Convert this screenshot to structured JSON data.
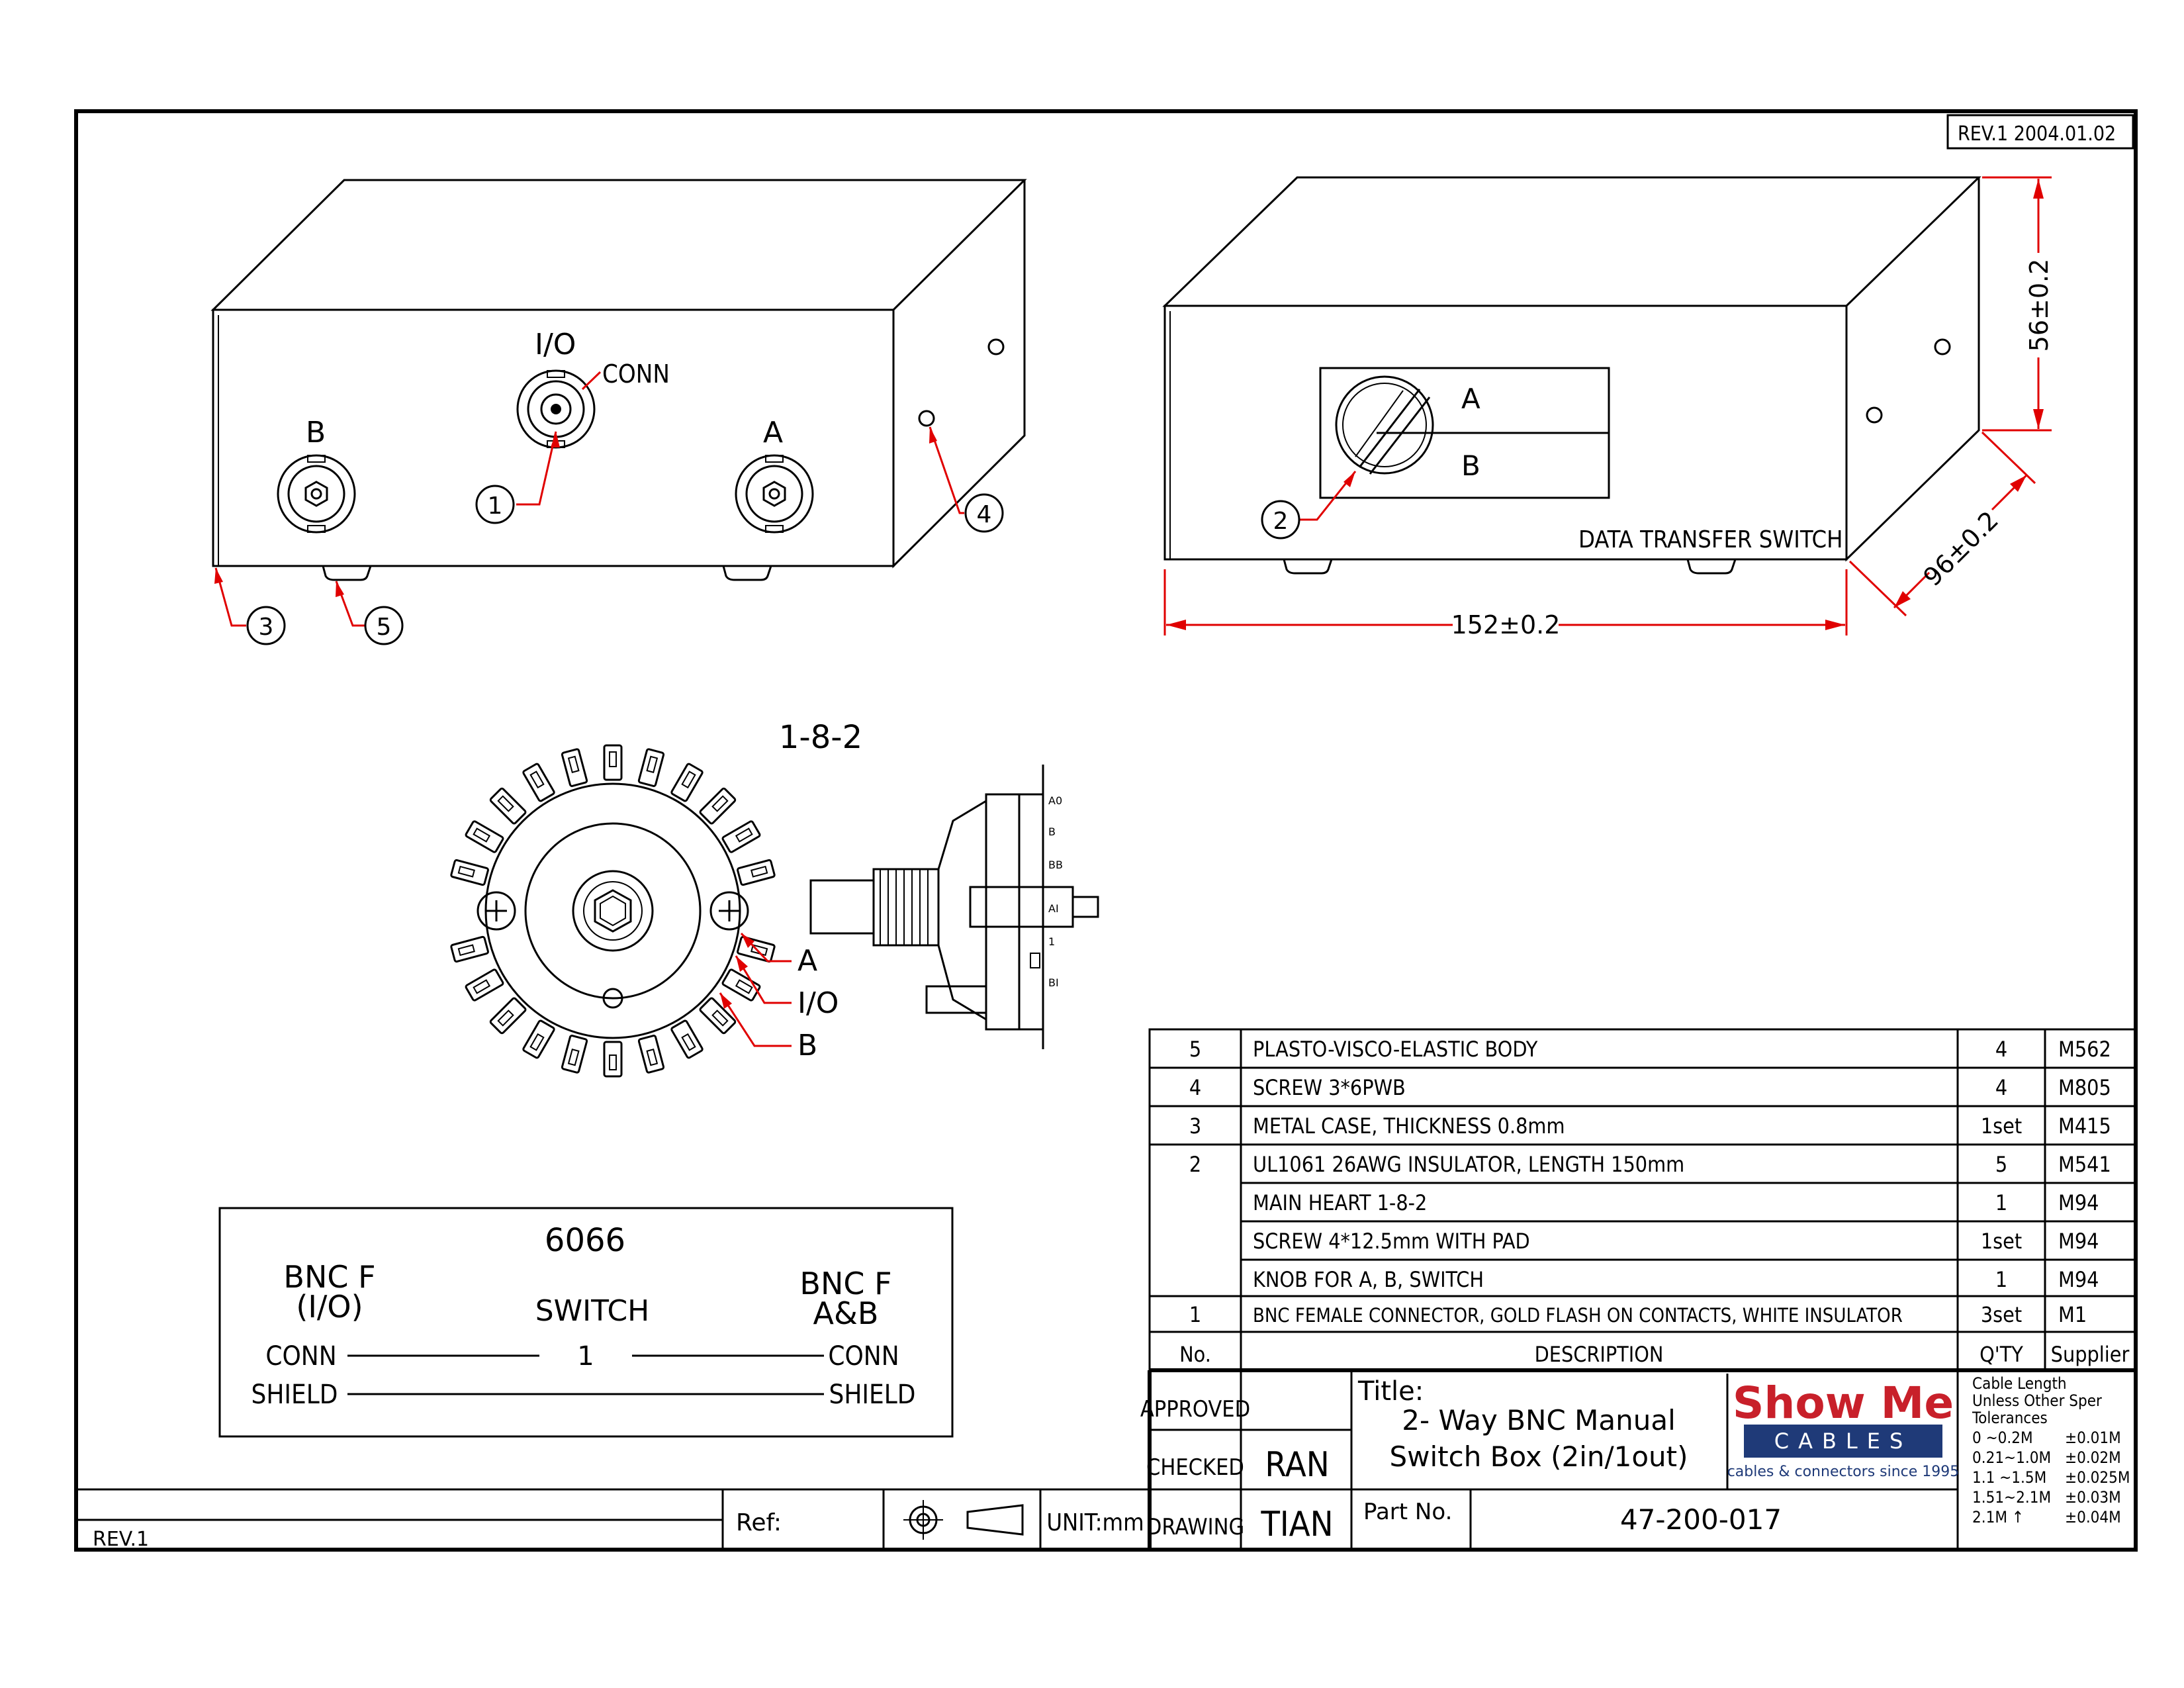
{
  "rev_box": "REV.1  2004.01.02",
  "front_view": {
    "io_label": "I/O",
    "conn_label": "CONN",
    "b_label": "B",
    "a_label": "A",
    "callouts": [
      "1",
      "4",
      "3",
      "5"
    ]
  },
  "top_view": {
    "a_label": "A",
    "b_label": "B",
    "callout": "2",
    "panel_text": "DATA TRANSFER SWITCH",
    "dim_width": "152±0.2",
    "dim_height": "56±0.2",
    "dim_depth": "96±0.2"
  },
  "switch_detail": {
    "title": "1-8-2",
    "a_label": "A",
    "io_label": "I/O",
    "b_label": "B",
    "side_marks": [
      "A0",
      "B",
      "BB",
      "AI",
      "1",
      "BI"
    ]
  },
  "wiring": {
    "model": "6066",
    "left_head1": "BNC F",
    "left_head2": "(I/O)",
    "center_head": "SWITCH",
    "right_head1": "BNC F",
    "right_head2": "A&B",
    "conn_left": "CONN",
    "conn_right": "CONN",
    "switch_num": "1",
    "shield_left": "SHIELD",
    "shield_right": "SHIELD"
  },
  "bom": {
    "rows": [
      {
        "no": "5",
        "desc": "PLASTO-VISCO-ELASTIC BODY",
        "qty": "4",
        "supplier": "M562"
      },
      {
        "no": "4",
        "desc": "SCREW 3*6PWB",
        "qty": "4",
        "supplier": "M805"
      },
      {
        "no": "3",
        "desc": "METAL CASE, THICKNESS 0.8mm",
        "qty": "1set",
        "supplier": "M415"
      },
      {
        "no": "2",
        "desc": "UL1061 26AWG INSULATOR, LENGTH 150mm",
        "qty": "5",
        "supplier": "M541"
      },
      {
        "no": "",
        "desc": "MAIN HEART 1-8-2",
        "qty": "1",
        "supplier": "M94"
      },
      {
        "no": "",
        "desc": "SCREW 4*12.5mm WITH PAD",
        "qty": "1set",
        "supplier": "M94"
      },
      {
        "no": "",
        "desc": "KNOB FOR A, B, SWITCH",
        "qty": "1",
        "supplier": "M94"
      },
      {
        "no": "1",
        "desc": "BNC FEMALE CONNECTOR, GOLD FLASH ON CONTACTS, WHITE INSULATOR",
        "qty": "3set",
        "supplier": "M1"
      }
    ],
    "header": {
      "no": "No.",
      "desc": "DESCRIPTION",
      "qty": "Q'TY",
      "supplier": "Supplier"
    }
  },
  "title_block": {
    "approved": "APPROVED",
    "checked": "CHECKED",
    "checked_by": "RAN",
    "drawing": "DRAWING",
    "drawn_by": "TIAN",
    "title_label": "Title:",
    "title_line1": "2- Way BNC Manual",
    "title_line2": "Switch Box (2in/1out)",
    "part_label": "Part No.",
    "part_no": "47-200-017",
    "logo_main": "Show Me",
    "logo_sub": "CABLES",
    "logo_tag": "cables & connectors since 1995",
    "tol_head1": "Cable Length",
    "tol_head2": "Unless Other Sper",
    "tol_head3": "Tolerances",
    "tol_rows": [
      {
        "range": "0  ~0.2M",
        "tol": "±0.01M"
      },
      {
        "range": "0.21~1.0M",
        "tol": "±0.02M"
      },
      {
        "range": "1.1 ~1.5M",
        "tol": "±0.025M"
      },
      {
        "range": "1.51~2.1M",
        "tol": "±0.03M"
      },
      {
        "range": "2.1M ↑",
        "tol": "±0.04M"
      }
    ],
    "rev": "REV.1",
    "ref": "Ref:",
    "unit": "UNIT:mm"
  },
  "colors": {
    "line": "#000000",
    "callout": "#e00000",
    "brand_red": "#c8202a",
    "brand_blue": "#1f3a78"
  }
}
